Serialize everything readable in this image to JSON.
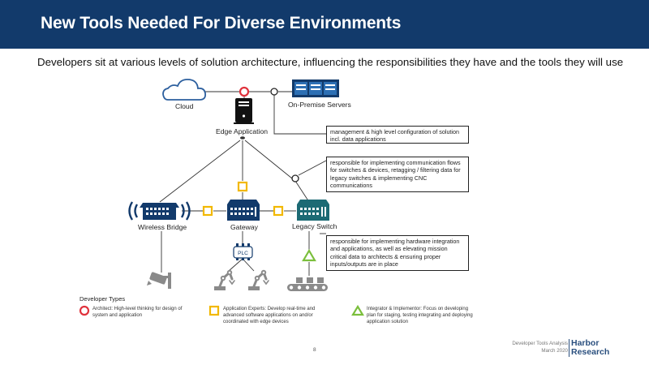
{
  "header": {
    "title": "New Tools Needed For Diverse Environments"
  },
  "subtitle": "Developers sit at various levels of solution architecture, influencing the responsibilities they have and the tools they will use",
  "nodes": {
    "cloud": "Cloud",
    "servers": "On-Premise Servers",
    "edge": "Edge Application",
    "bridge": "Wireless Bridge",
    "gateway": "Gateway",
    "switch": "Legacy Switch",
    "plc": "PLC"
  },
  "callouts": {
    "architect": "management & high level configuration of solution incl. data applications",
    "app_expert": "responsible for implementing communication flows for switches & devices, retagging / filtering data for legacy switches & implementing CNC communications",
    "integrator": "responsible for implementing hardware integration and applications, as well as elevating mission critical data to architects & ensuring proper inputs/outputs are in place"
  },
  "legend": {
    "title": "Developer Types",
    "items": [
      {
        "shape": "circle",
        "color": "#e0323c",
        "text": "Architect: High-level thinking for design of system and application"
      },
      {
        "shape": "square",
        "color": "#f2b800",
        "text": "Application Experts: Develop real-time and advanced software applications on and/or coordinated with edge devices"
      },
      {
        "shape": "triangle",
        "color": "#7bbf3c",
        "text": "Integrator & Implementor: Focus on developing plan for staging, testing integrating and deploying application solution"
      }
    ]
  },
  "footer": {
    "page": "8",
    "report": "Developer Tools Analysis",
    "date": "March 2020",
    "brand_line1": "Harbor",
    "brand_line2": "Research"
  },
  "colors": {
    "header_bg": "#123a6b",
    "device_blue": "#123a6b",
    "switch_teal": "#1c6a74",
    "red": "#e0323c",
    "yellow": "#f2b800",
    "green": "#7bbf3c"
  }
}
